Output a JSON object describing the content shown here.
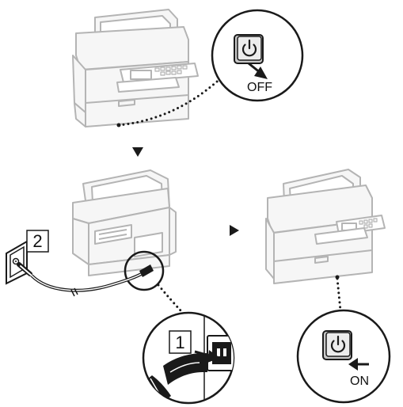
{
  "labels": {
    "off": "OFF",
    "on": "ON",
    "step1": "1",
    "step2": "2"
  },
  "icons": {
    "power_button": "power-symbol-icon",
    "arrow_down": "down-triangle-icon",
    "arrow_right": "right-triangle-icon"
  },
  "colors": {
    "printer_outline": "#b4b4b4",
    "printer_fill": "#f4f4f4",
    "power_button_fill": "#e6e6e6",
    "line": "#1a1a1a"
  }
}
